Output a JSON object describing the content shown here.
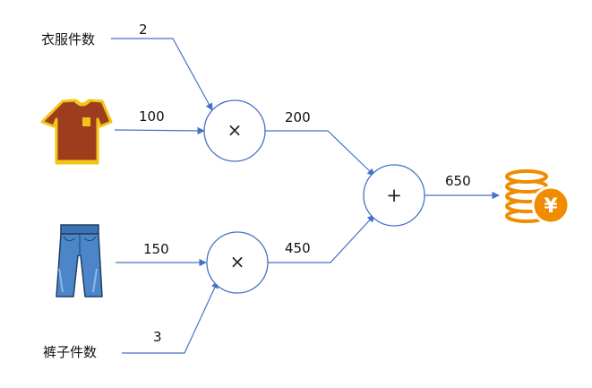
{
  "labels": {
    "shirt_count": "衣服件数",
    "pants_count": "裤子件数"
  },
  "values": {
    "shirt_qty": "2",
    "shirt_price": "100",
    "shirt_total": "200",
    "pants_price": "150",
    "pants_qty": "3",
    "pants_total": "450",
    "grand_total": "650"
  },
  "operators": {
    "multiply": "×",
    "add": "+"
  },
  "icons": {
    "shirt": "t-shirt-icon",
    "pants": "jeans-icon",
    "money": "yen-coins-icon"
  },
  "colors": {
    "edge": "#4472c4",
    "shirt_body": "#9c3d1e",
    "shirt_trim": "#f2c417",
    "jeans": "#4d86c8",
    "coin": "#f08c00",
    "yen_text": "#ffffff"
  }
}
